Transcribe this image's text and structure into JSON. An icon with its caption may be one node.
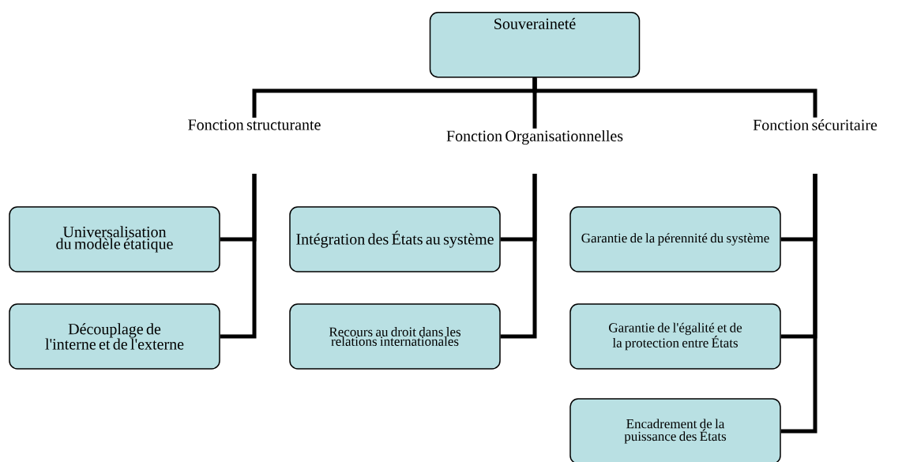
{
  "diagram": {
    "nodes": [
      {
        "text": [
          "Souveraineté"
        ]
      },
      {
        "text": [
          "Fonction structurante"
        ]
      },
      {
        "text": [
          "Fonction Organisationnelles"
        ]
      },
      {
        "text": [
          "Fonction sécuritaire"
        ]
      },
      {
        "text": [
          "Universalisation du modèle étatique"
        ]
      },
      {
        "text": [
          "Découplage de l'interne et de l'externe"
        ]
      },
      {
        "text": [
          "Intégration des États au système"
        ]
      },
      {
        "text": [
          "Recours au droit dans les relations internationales"
        ]
      },
      {
        "text": [
          "Garantie de la pérennité du système"
        ]
      },
      {
        "text": [
          "Garantie de l'égalité et de la protection entre États"
        ]
      },
      {
        "text": [
          "Encadrement de la puissance des États"
        ]
      }
    ],
    "edges": [
      {
        "from": 0,
        "to": 1,
        "arrow": "none"
      },
      {
        "from": 0,
        "to": 2,
        "arrow": "none"
      },
      {
        "from": 0,
        "to": 3,
        "arrow": "none"
      },
      {
        "from": 1,
        "to": 4,
        "arrow": "none"
      },
      {
        "from": 1,
        "to": 5,
        "arrow": "none"
      },
      {
        "from": 2,
        "to": 6,
        "arrow": "none"
      },
      {
        "from": 2,
        "to": 7,
        "arrow": "none"
      },
      {
        "from": 3,
        "to": 8,
        "arrow": "none"
      },
      {
        "from": 3,
        "to": 9,
        "arrow": "none"
      },
      {
        "from": 3,
        "to": 10,
        "arrow": "none"
      }
    ]
  }
}
